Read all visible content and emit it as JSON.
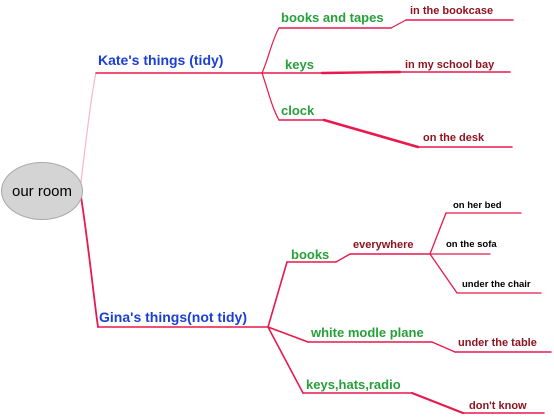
{
  "root": "our room",
  "branches": {
    "kate": {
      "label": "Kate's things  (tidy)",
      "items": [
        {
          "label": "books and tapes",
          "place": "in the bookcase"
        },
        {
          "label": "keys",
          "place": "in my school bay"
        },
        {
          "label": "clock",
          "place": "on   the   desk"
        }
      ]
    },
    "gina": {
      "label": "Gina's things(not tidy)",
      "books": {
        "label": "books",
        "sub": "everywhere",
        "places": [
          "on  her  bed",
          "on  the  sofa",
          "under the chair"
        ]
      },
      "plane": {
        "label": "white modle plane",
        "place": "under the table"
      },
      "misc": {
        "label": "keys,hats,radio",
        "place": "don't   know"
      }
    }
  },
  "colors": {
    "line": "#e8194c",
    "kate_link": "#f4b8c4",
    "branch_text": "#1a3fd6",
    "item_text": "#26a13a",
    "place_text": "#8e1420",
    "root_fill": "#d4d4d4"
  }
}
